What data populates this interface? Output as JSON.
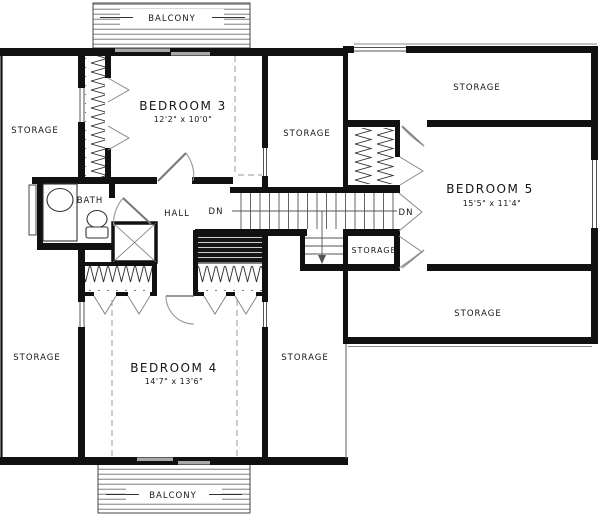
{
  "labels": {
    "balcony": "BALCONY",
    "storage": "STORAGE",
    "down": "DN",
    "bath": "BATH",
    "hall": "HALL"
  },
  "rooms": {
    "bedroom3": {
      "name": "BEDROOM 3",
      "dims": "12'2\" x 10'0\""
    },
    "bedroom4": {
      "name": "BEDROOM 4",
      "dims": "14'7\" x 13'6\""
    },
    "bedroom5": {
      "name": "BEDROOM 5",
      "dims": "15'5\" x 11'4\""
    }
  },
  "colors": {
    "wall": "#111111",
    "thin_line": "#555555",
    "door_arc": "#9a9a9a",
    "slider_door": "#a8a8a8"
  }
}
